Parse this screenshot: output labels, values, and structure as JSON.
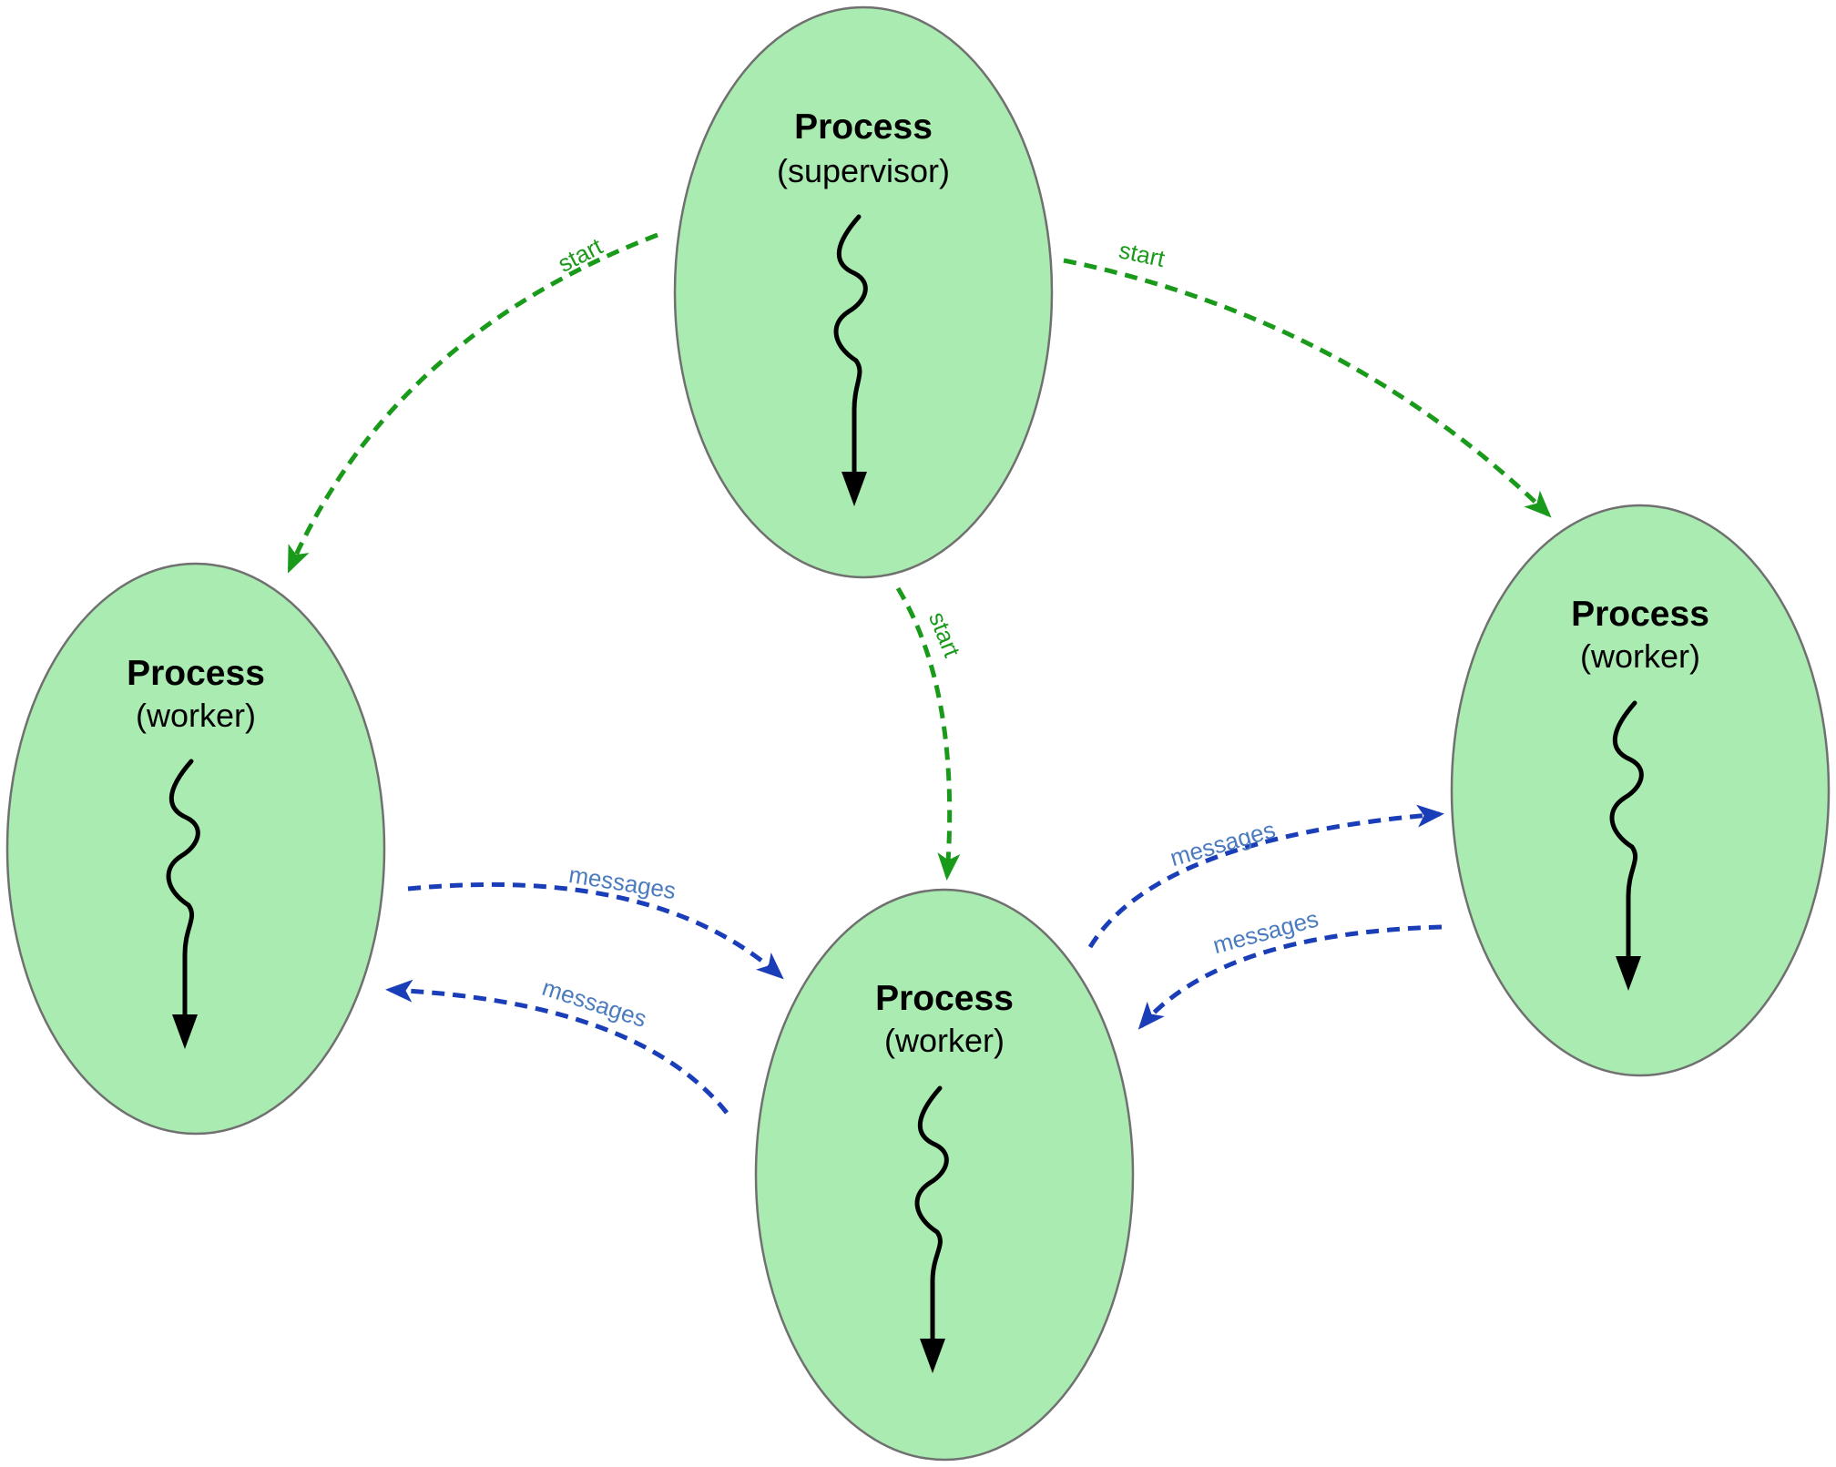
{
  "colors": {
    "node_fill": "#a9ebb0",
    "node_stroke": "#707070",
    "start_edge": "#1a9a1a",
    "message_edge": "#1a3db8",
    "message_label": "#4b7bbf",
    "thread": "#000000"
  },
  "nodes": {
    "supervisor": {
      "title": "Process",
      "subtitle": "(supervisor)"
    },
    "worker_left": {
      "title": "Process",
      "subtitle": "(worker)"
    },
    "worker_center": {
      "title": "Process",
      "subtitle": "(worker)"
    },
    "worker_right": {
      "title": "Process",
      "subtitle": "(worker)"
    }
  },
  "edges": {
    "start_left": {
      "label": "start",
      "kind": "start",
      "from": "supervisor",
      "to": "worker_left"
    },
    "start_center": {
      "label": "start",
      "kind": "start",
      "from": "supervisor",
      "to": "worker_center"
    },
    "start_right": {
      "label": "start",
      "kind": "start",
      "from": "supervisor",
      "to": "worker_right"
    },
    "msg_left_to_center": {
      "label": "messages",
      "kind": "messages",
      "from": "worker_left",
      "to": "worker_center"
    },
    "msg_center_to_left": {
      "label": "messages",
      "kind": "messages",
      "from": "worker_center",
      "to": "worker_left"
    },
    "msg_center_to_right": {
      "label": "messages",
      "kind": "messages",
      "from": "worker_center",
      "to": "worker_right"
    },
    "msg_right_to_center": {
      "label": "messages",
      "kind": "messages",
      "from": "worker_right",
      "to": "worker_center"
    }
  }
}
